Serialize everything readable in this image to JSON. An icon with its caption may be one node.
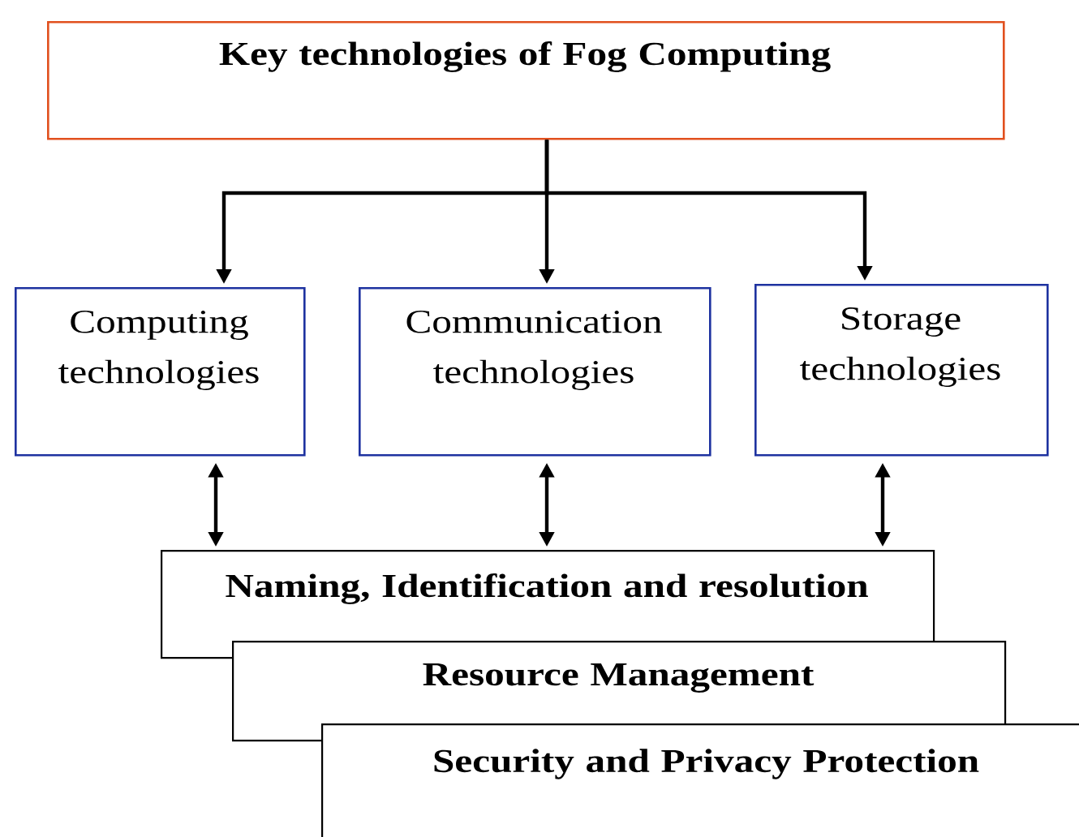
{
  "diagram": {
    "nodes": [
      {
        "text": [
          "Key technologies of Fog Computing"
        ]
      },
      {
        "text": [
          "Computing technologies"
        ]
      },
      {
        "text": [
          "Communication technologies"
        ]
      },
      {
        "text": [
          "Storage technologies"
        ]
      },
      {
        "text": [
          "Naming, Identification and resolution"
        ]
      },
      {
        "text": [
          "Resource Management"
        ]
      },
      {
        "text": [
          "Security and Privacy Protection"
        ]
      }
    ],
    "edges": [
      {
        "from": 0,
        "to": 1,
        "arrow": "to"
      },
      {
        "from": 0,
        "to": 2,
        "arrow": "to"
      },
      {
        "from": 0,
        "to": 3,
        "arrow": "to"
      },
      {
        "from": 1,
        "to": 4,
        "arrow": "both"
      },
      {
        "from": 2,
        "to": 4,
        "arrow": "both"
      },
      {
        "from": 3,
        "to": 4,
        "arrow": "both"
      }
    ]
  }
}
